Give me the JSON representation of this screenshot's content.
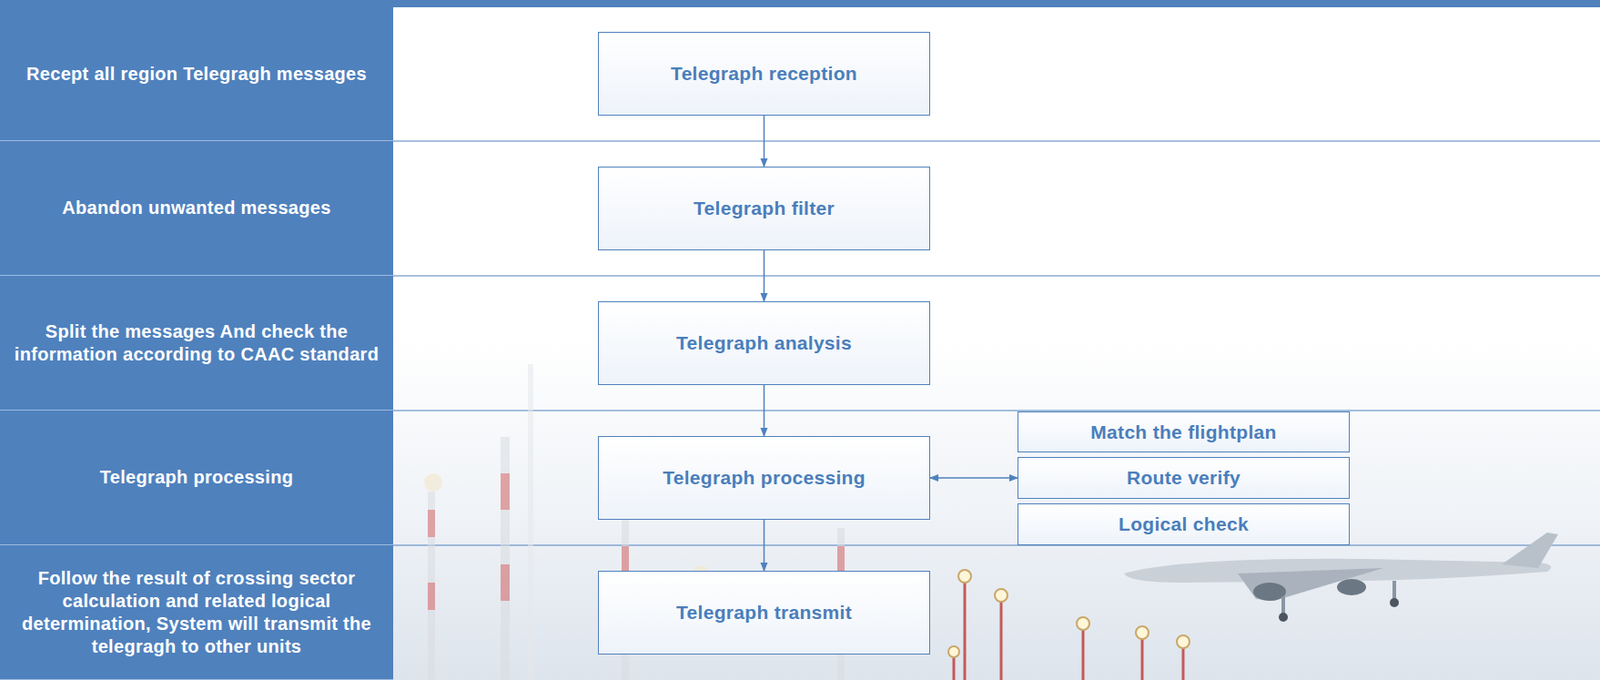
{
  "diagram": {
    "nodes": [
      {
        "text": [
          "Recept all region Telegragh messages"
        ]
      },
      {
        "text": [
          "Telegraph reception"
        ]
      },
      {
        "text": [
          "Abandon unwanted messages"
        ]
      },
      {
        "text": [
          "Telegraph filter"
        ]
      },
      {
        "text": [
          "Split the messages And check the information according to CAAC standard"
        ]
      },
      {
        "text": [
          "Telegraph analysis"
        ]
      },
      {
        "text": [
          "Telegraph processing"
        ]
      },
      {
        "text": [
          "Telegraph processing"
        ]
      },
      {
        "text": [
          "Match the flightplan"
        ]
      },
      {
        "text": [
          "Route verify"
        ]
      },
      {
        "text": [
          "Logical check"
        ]
      },
      {
        "text": [
          "Follow the result of crossing sector calculation and related logical determination, System will transmit the telegragh to other units"
        ]
      },
      {
        "text": [
          "Telegraph transmit"
        ]
      }
    ],
    "edges": [
      {
        "from": 1,
        "to": 3,
        "arrow": "to"
      },
      {
        "from": 3,
        "to": 5,
        "arrow": "to"
      },
      {
        "from": 5,
        "to": 7,
        "arrow": "to"
      },
      {
        "from": 7,
        "to": 9,
        "arrow": "both"
      },
      {
        "from": 7,
        "to": 12,
        "arrow": "to"
      }
    ]
  }
}
